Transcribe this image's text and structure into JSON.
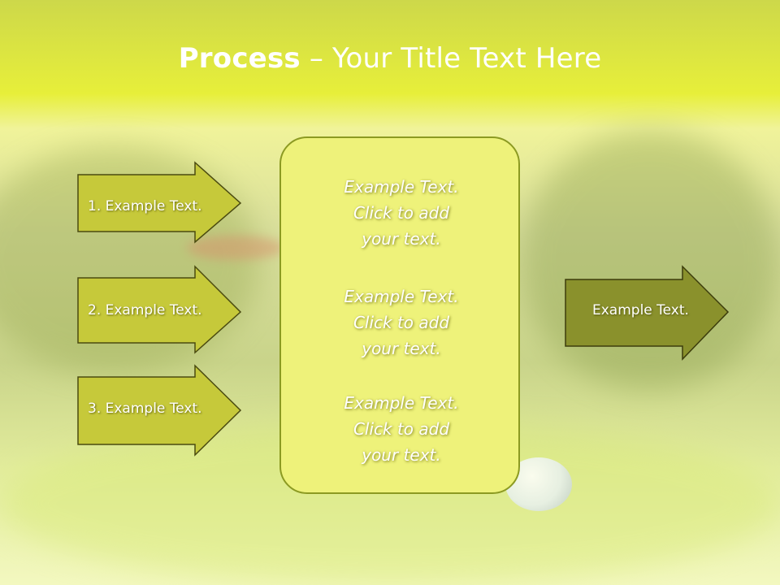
{
  "title": {
    "bold": "Process",
    "rest": " – Your Title Text Here"
  },
  "left_items": [
    {
      "label": "1. Example Text."
    },
    {
      "label": "2. Example Text."
    },
    {
      "label": "3. Example Text."
    }
  ],
  "center_blocks": [
    {
      "lines": [
        "Example Text.",
        "Click  to add",
        "your text."
      ]
    },
    {
      "lines": [
        "Example Text.",
        "Click  to add",
        "your text."
      ]
    },
    {
      "lines": [
        "Example Text.",
        "Click  to add",
        "your text."
      ]
    }
  ],
  "right_item": {
    "label": "Example Text."
  },
  "colors": {
    "arrow_light": "#c6c93a",
    "arrow_dark": "#8a912c",
    "box_fill": "#eef27a",
    "stroke": "#4a4a10"
  }
}
